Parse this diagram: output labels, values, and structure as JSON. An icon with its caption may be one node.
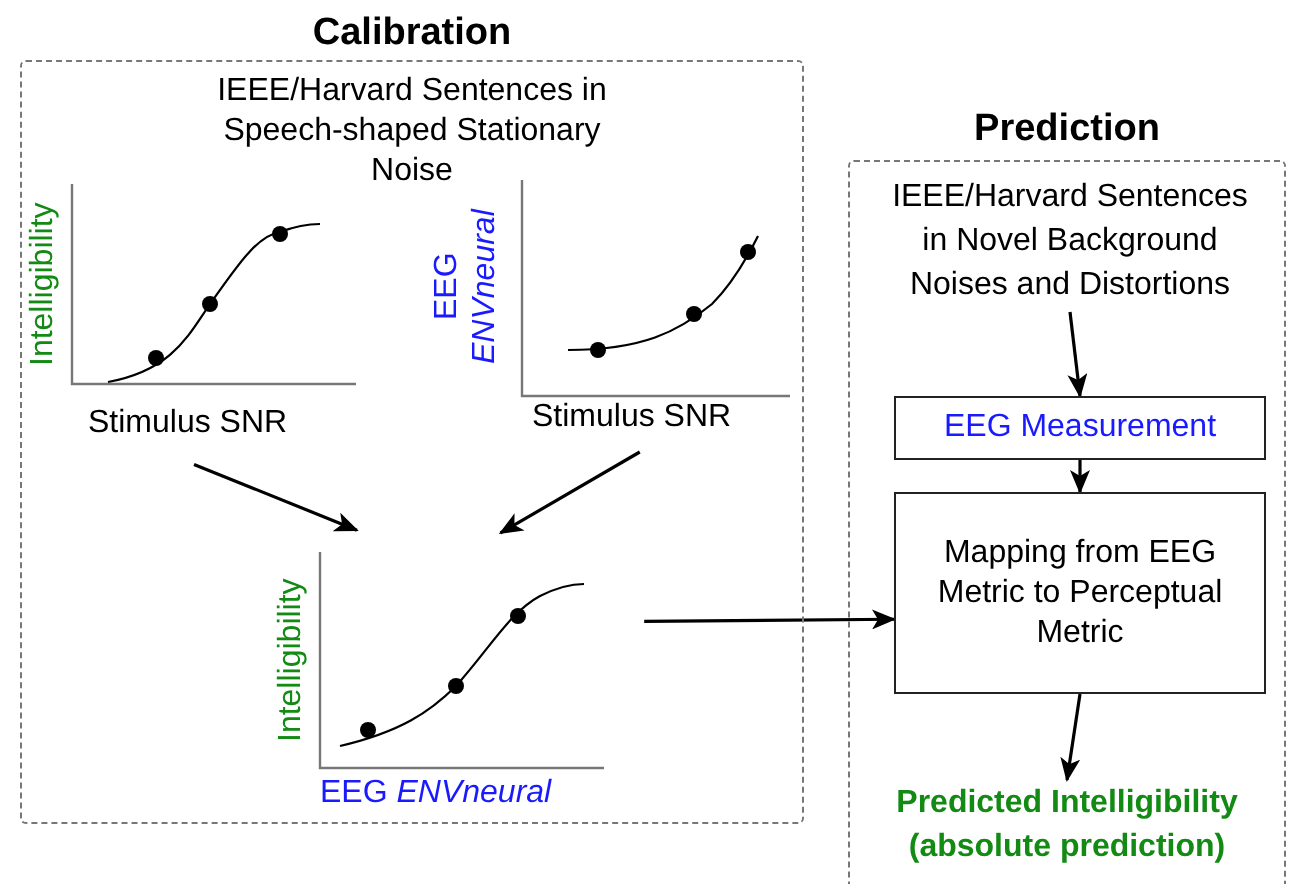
{
  "diagram": {
    "nodes": [
      {
        "text": [
          "Calibration",
          "IEEE/Harvard Sentences in Speech-shaped Stationary Noise"
        ]
      },
      {
        "text": [
          "Intelligibility",
          "Stimulus SNR"
        ],
        "in": 0
      },
      {
        "text": [
          "EEG *ENVneural*",
          "Stimulus SNR"
        ],
        "in": 0
      },
      {
        "text": [
          "Intelligibility",
          "EEG *ENVneural*"
        ],
        "in": 0
      },
      {
        "text": [
          "Prediction"
        ]
      },
      {
        "text": [
          "IEEE/Harvard Sentences in Novel Background Noises and Distortions"
        ],
        "in": 4
      },
      {
        "text": [
          "EEG Measurement"
        ],
        "in": 4
      },
      {
        "text": [
          "Mapping from EEG Metric to Perceptual Metric"
        ],
        "in": 4
      },
      {
        "text": [
          "Predicted Intelligibility (absolute prediction)"
        ],
        "in": 4
      }
    ],
    "edges": [
      {
        "from": 1,
        "to": 3,
        "arrow": "to"
      },
      {
        "from": 2,
        "to": 3,
        "arrow": "to"
      },
      {
        "from": 3,
        "to": 7,
        "arrow": "to"
      },
      {
        "from": 5,
        "to": 6,
        "arrow": "to"
      },
      {
        "from": 6,
        "to": 7,
        "arrow": "to"
      },
      {
        "from": 7,
        "to": 8,
        "arrow": "to"
      }
    ]
  }
}
